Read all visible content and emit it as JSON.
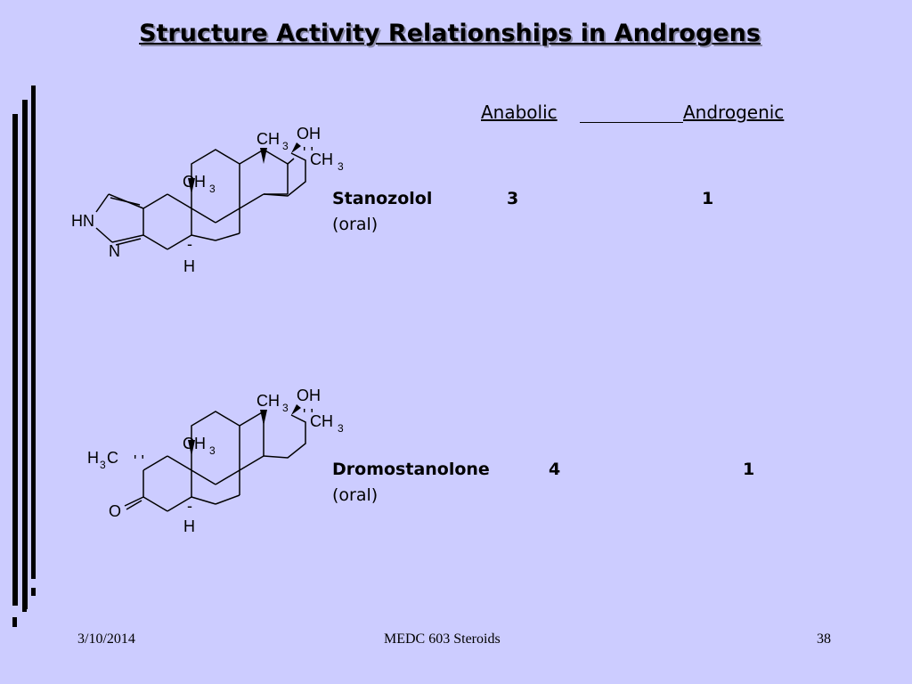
{
  "slide": {
    "title": "Structure Activity Relationships in Androgens"
  },
  "table": {
    "headers": [
      "Anabolic",
      "Androgenic"
    ],
    "rows": [
      {
        "name": "Stanozolol",
        "route": "(oral)",
        "anabolic": "3",
        "androgenic": "1"
      },
      {
        "name": "Dromostanolone",
        "route": "(oral)",
        "anabolic": "4",
        "androgenic": "1"
      }
    ]
  },
  "structures": {
    "stanozolol": {
      "ch3_top_c": "CH",
      "ch3_top_n": "3",
      "oh": "OH",
      "ch3_17_c": "CH",
      "ch3_17_n": "3",
      "ch3_mid_c": "CH",
      "ch3_mid_n": "3",
      "hn": "HN",
      "n": "N",
      "h_dash": "-",
      "h": "H"
    },
    "dromostanolone": {
      "ch3_top_c": "CH",
      "ch3_top_n": "3",
      "oh": "OH",
      "ch3_17_c": "CH",
      "ch3_17_n": "3",
      "ch3_mid_c": "CH",
      "ch3_mid_n": "3",
      "h3c_h": "H",
      "h3c_n": "3",
      "h3c_c": "C",
      "o": "O",
      "h_dash": "-",
      "h": "H"
    }
  },
  "footer": {
    "date": "3/10/2014",
    "course": "MEDC 603 Steroids",
    "page": "38"
  }
}
